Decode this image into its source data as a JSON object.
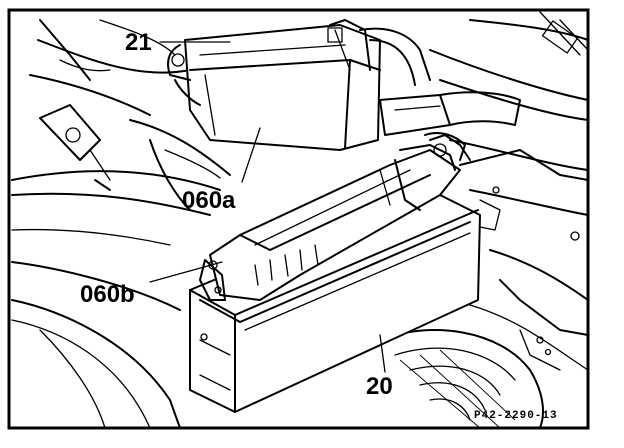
{
  "figure": {
    "frame_color": "#000000",
    "background": "#ffffff",
    "labels": {
      "part_21": "21",
      "part_060a": "060a",
      "part_060b": "060b",
      "part_20": "20"
    },
    "reference_code": "P42-2290-13"
  }
}
